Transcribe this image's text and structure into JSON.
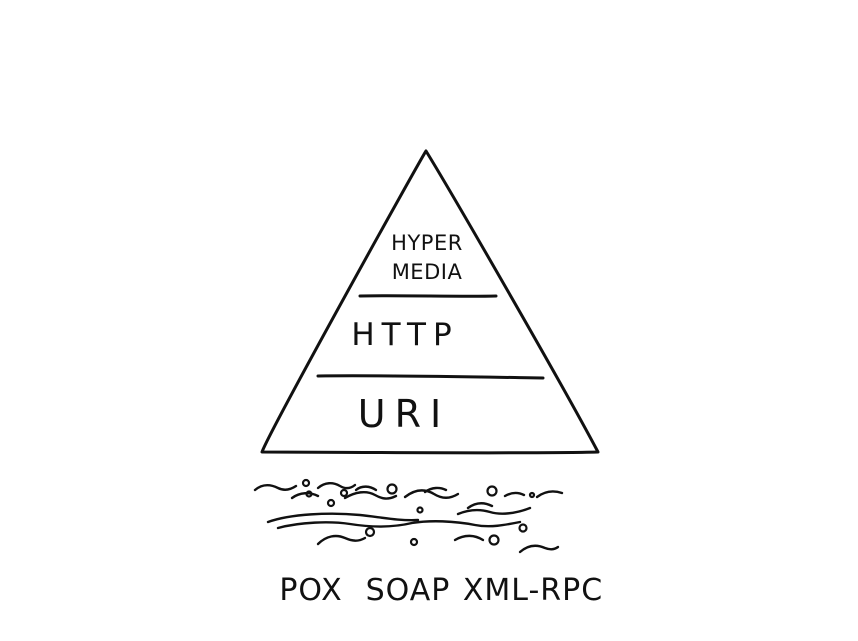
{
  "pyramid": {
    "levels": [
      {
        "id": "hypermedia",
        "lines": [
          "HYPER",
          "MEDIA"
        ]
      },
      {
        "id": "http",
        "lines": [
          "HTTP"
        ]
      },
      {
        "id": "uri",
        "lines": [
          "URI"
        ]
      }
    ]
  },
  "swamp": {
    "labels": [
      "POX",
      "SOAP",
      "XML-RPC"
    ]
  }
}
